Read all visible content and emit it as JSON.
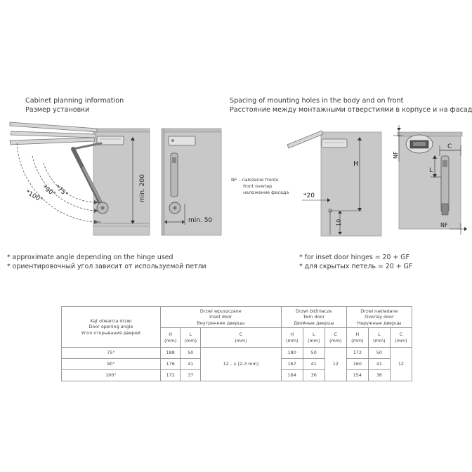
{
  "left_heading": {
    "en": "Cabinet planning information",
    "ru": "Размер установки"
  },
  "right_heading": {
    "en": "Spacing of mounting holes in the body and on front",
    "ru": "Расстояние между монтажными отверстиями в корпусе и на фасаде"
  },
  "left_diagram": {
    "angle_75": "*75°",
    "angle_90": "*90°",
    "angle_100": "*100°",
    "min_200": "min. 200"
  },
  "middle_diagram": {
    "min_50": "min. 50"
  },
  "nf_legend": {
    "line1": "NF – nałożenie frontu",
    "line2": "front overlap",
    "line3": "наложение фасада"
  },
  "right_diagram": {
    "h": "H",
    "l": "L",
    "c": "C",
    "nf_top": "NF",
    "nf_bottom": "NF",
    "dim_20": "*20",
    "dim_10": "10"
  },
  "notes_left": {
    "en": "* approximate angle depending on the hinge used",
    "ru": "* ориентировочный угол зависит от используемой петли"
  },
  "notes_right": {
    "en": "* for inset door hinges = 20 + GF",
    "ru": "* для скрытых петель = 20 + GF"
  },
  "table": {
    "angle_header": [
      "Kąt otwarcia drzwi",
      "Door opening angle",
      "Угол  открывания дверей"
    ],
    "inset_header": [
      "Drzwi wpuszczane",
      "Inset door",
      "Внутренние дверцы"
    ],
    "twin_header": [
      "Drzwi bliźniacze",
      "Twin door",
      "Двойные дверцы"
    ],
    "overlay_header": [
      "Drzwi nakładane",
      "Overlay door",
      "Наружные дверцы"
    ],
    "col_h": "H",
    "col_l": "L",
    "col_c": "C",
    "unit": "(mm)",
    "inset_c": "12 – s (2-3 mm)",
    "twin_c": "12",
    "overlay_c": "12",
    "rows": [
      {
        "angle": "75°",
        "inset_h": "188",
        "inset_l": "50",
        "twin_h": "180",
        "twin_l": "50",
        "overlay_h": "172",
        "overlay_l": "50"
      },
      {
        "angle": "90°",
        "inset_h": "176",
        "inset_l": "41",
        "twin_h": "167",
        "twin_l": "41",
        "overlay_h": "160",
        "overlay_l": "41"
      },
      {
        "angle": "100°",
        "inset_h": "172",
        "inset_l": "37",
        "twin_h": "164",
        "twin_l": "36",
        "overlay_h": "154",
        "overlay_l": "36"
      }
    ]
  }
}
